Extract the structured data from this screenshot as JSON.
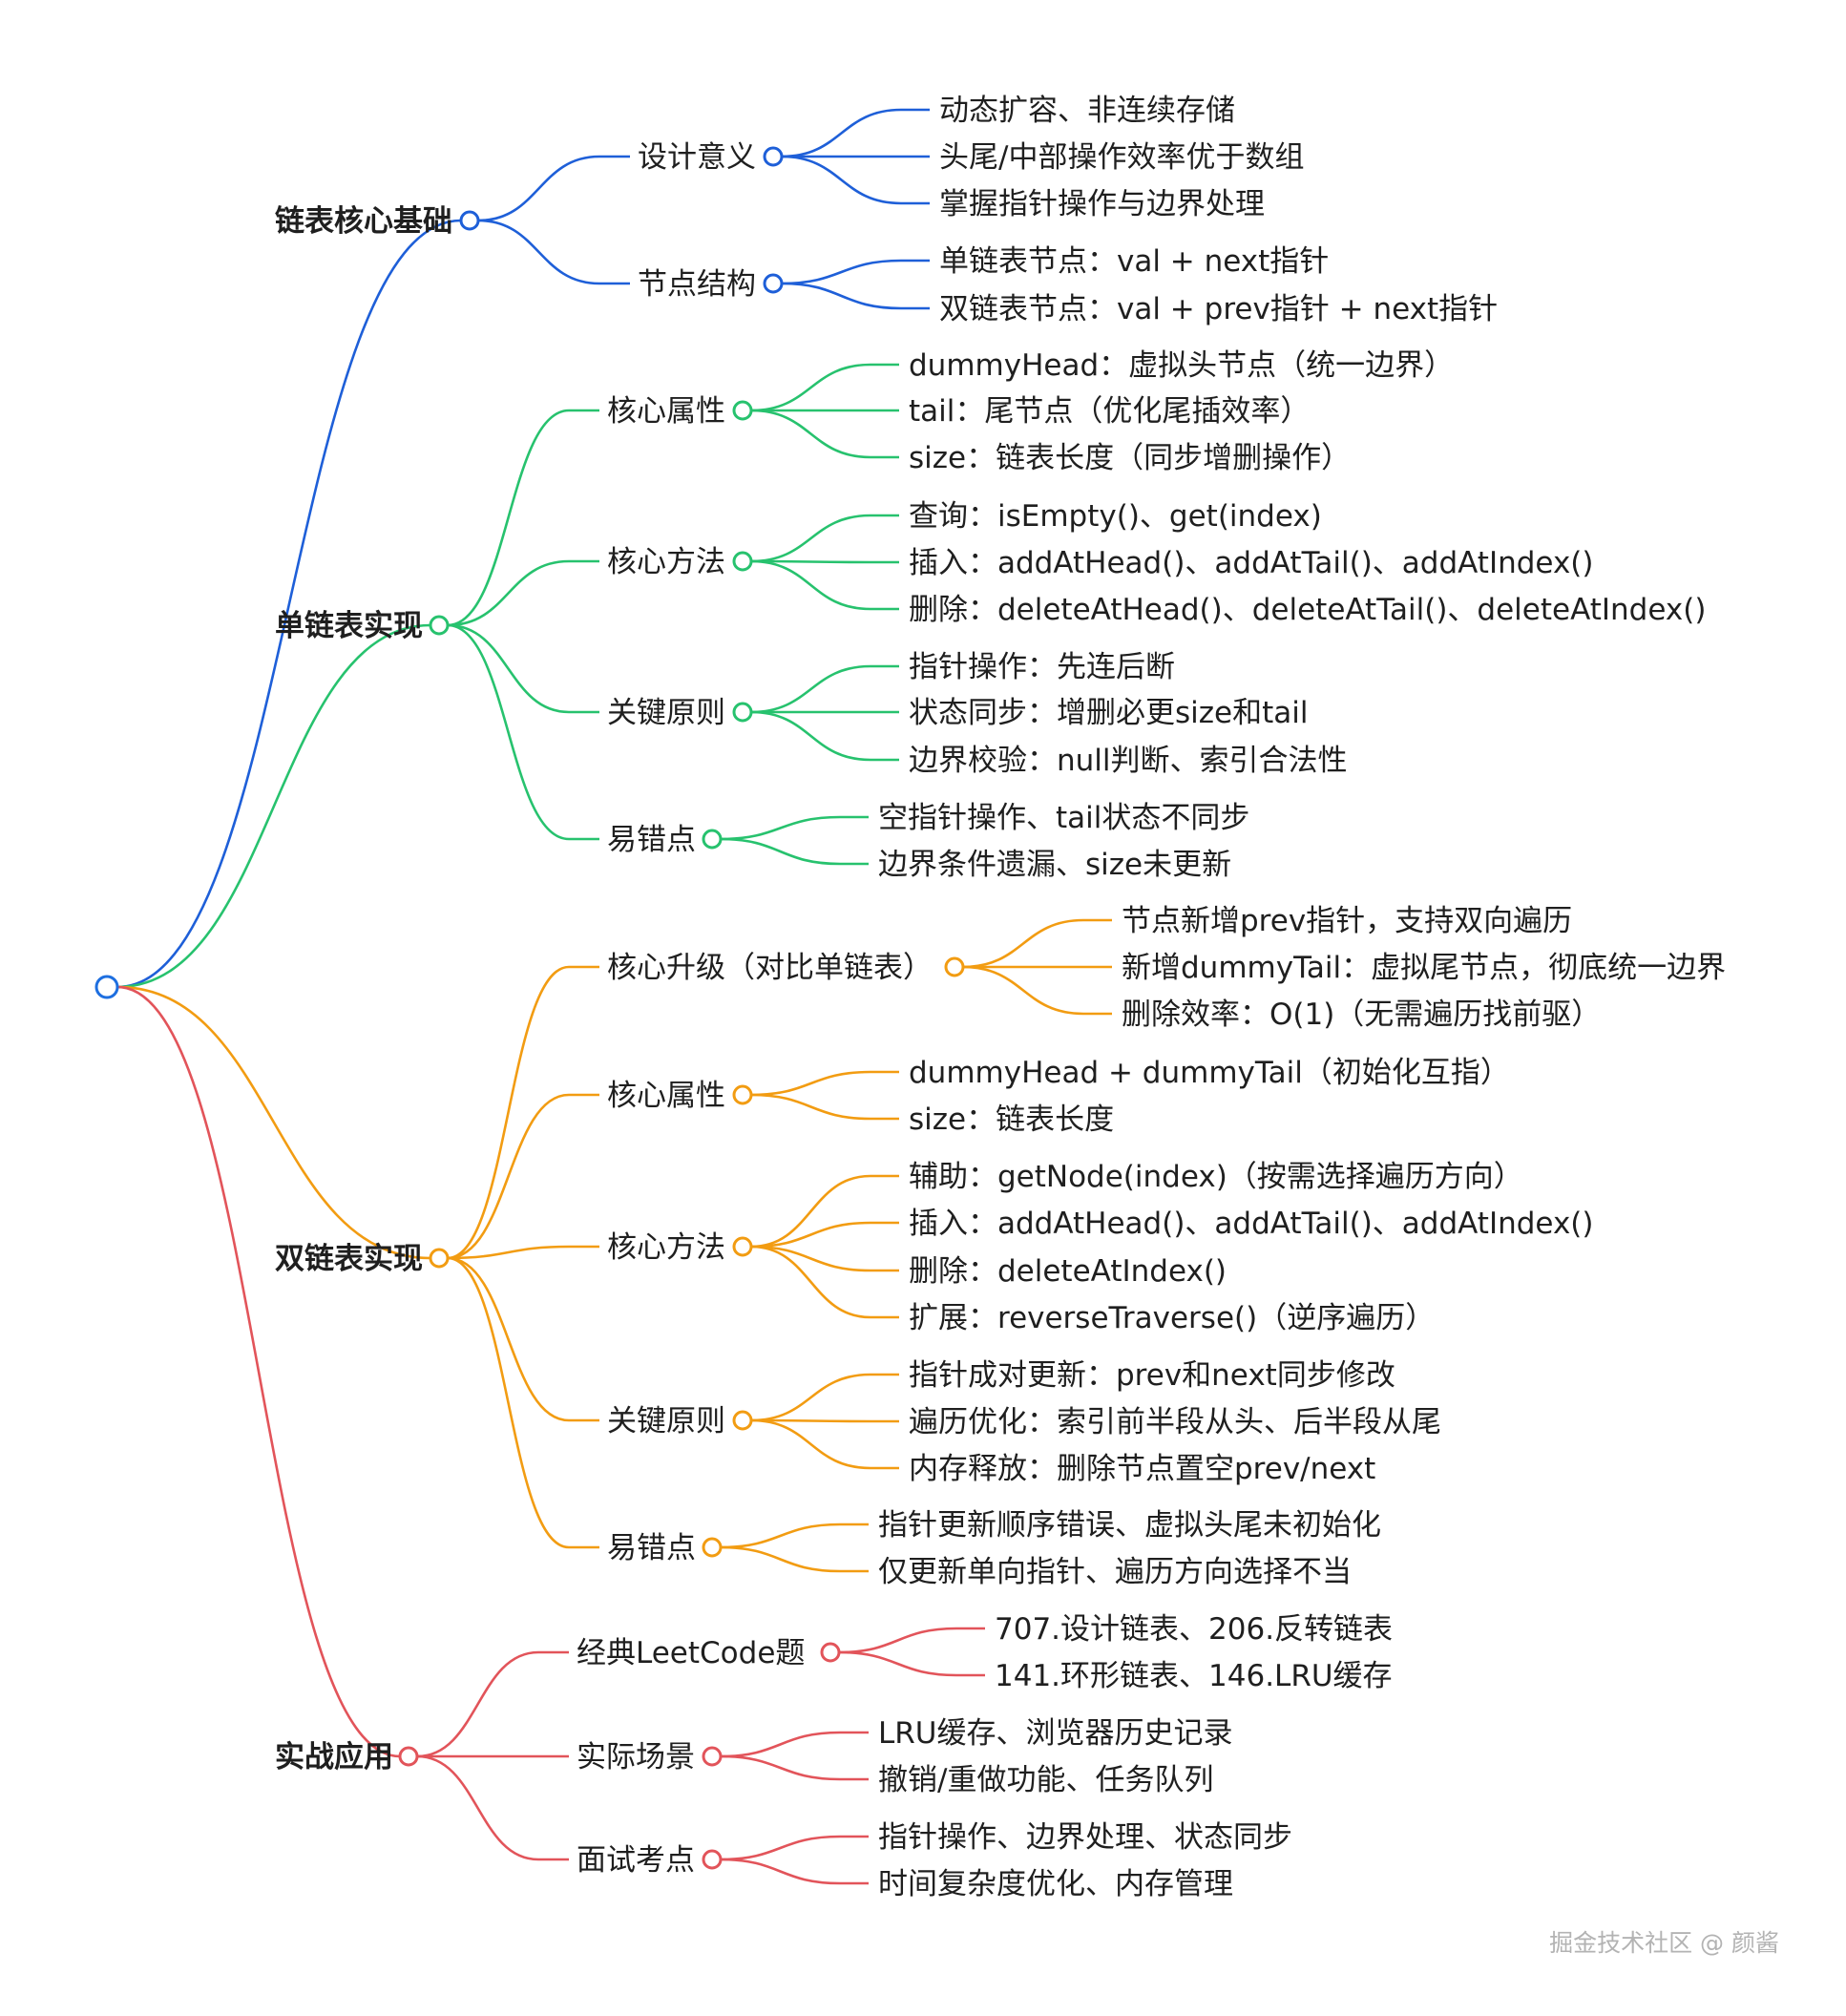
{
  "colors": {
    "root": "#1e6fe0",
    "branches": [
      "#1e5fd8",
      "#27c26e",
      "#f29c12",
      "#e2545a"
    ]
  },
  "branches": [
    {
      "label": "链表核心基础",
      "groups": [
        {
          "label": "设计意义",
          "items": [
            "动态扩容、非连续存储",
            "头尾/中部操作效率优于数组",
            "掌握指针操作与边界处理"
          ]
        },
        {
          "label": "节点结构",
          "items": [
            "单链表节点：val + next指针",
            "双链表节点：val + prev指针 + next指针"
          ]
        }
      ]
    },
    {
      "label": "单链表实现",
      "groups": [
        {
          "label": "核心属性",
          "items": [
            "dummyHead：虚拟头节点（统一边界）",
            "tail：尾节点（优化尾插效率）",
            "size：链表长度（同步增删操作）"
          ]
        },
        {
          "label": "核心方法",
          "items": [
            "查询：isEmpty()、get(index)",
            "插入：addAtHead()、addAtTail()、addAtIndex()",
            "删除：deleteAtHead()、deleteAtTail()、deleteAtIndex()"
          ]
        },
        {
          "label": "关键原则",
          "items": [
            "指针操作：先连后断",
            "状态同步：增删必更size和tail",
            "边界校验：null判断、索引合法性"
          ]
        },
        {
          "label": "易错点",
          "items": [
            "空指针操作、tail状态不同步",
            "边界条件遗漏、size未更新"
          ]
        }
      ]
    },
    {
      "label": "双链表实现",
      "groups": [
        {
          "label": "核心升级（对比单链表）",
          "items": [
            "节点新增prev指针，支持双向遍历",
            "新增dummyTail：虚拟尾节点，彻底统一边界",
            "删除效率：O(1)（无需遍历找前驱）"
          ]
        },
        {
          "label": "核心属性",
          "items": [
            "dummyHead + dummyTail（初始化互指）",
            "size：链表长度"
          ]
        },
        {
          "label": "核心方法",
          "items": [
            "辅助：getNode(index)（按需选择遍历方向）",
            "插入：addAtHead()、addAtTail()、addAtIndex()",
            "删除：deleteAtIndex()",
            "扩展：reverseTraverse()（逆序遍历）"
          ]
        },
        {
          "label": "关键原则",
          "items": [
            "指针成对更新：prev和next同步修改",
            "遍历优化：索引前半段从头、后半段从尾",
            "内存释放：删除节点置空prev/next"
          ]
        },
        {
          "label": "易错点",
          "items": [
            "指针更新顺序错误、虚拟头尾未初始化",
            "仅更新单向指针、遍历方向选择不当"
          ]
        }
      ]
    },
    {
      "label": "实战应用",
      "groups": [
        {
          "label": "经典LeetCode题",
          "items": [
            "707.设计链表、206.反转链表",
            "141.环形链表、146.LRU缓存"
          ]
        },
        {
          "label": "实际场景",
          "items": [
            "LRU缓存、浏览器历史记录",
            "撤销/重做功能、任务队列"
          ]
        },
        {
          "label": "面试考点",
          "items": [
            "指针操作、边界处理、状态同步",
            "时间复杂度优化、内存管理"
          ]
        }
      ]
    }
  ],
  "watermark": "掘金技术社区 @ 颜酱"
}
